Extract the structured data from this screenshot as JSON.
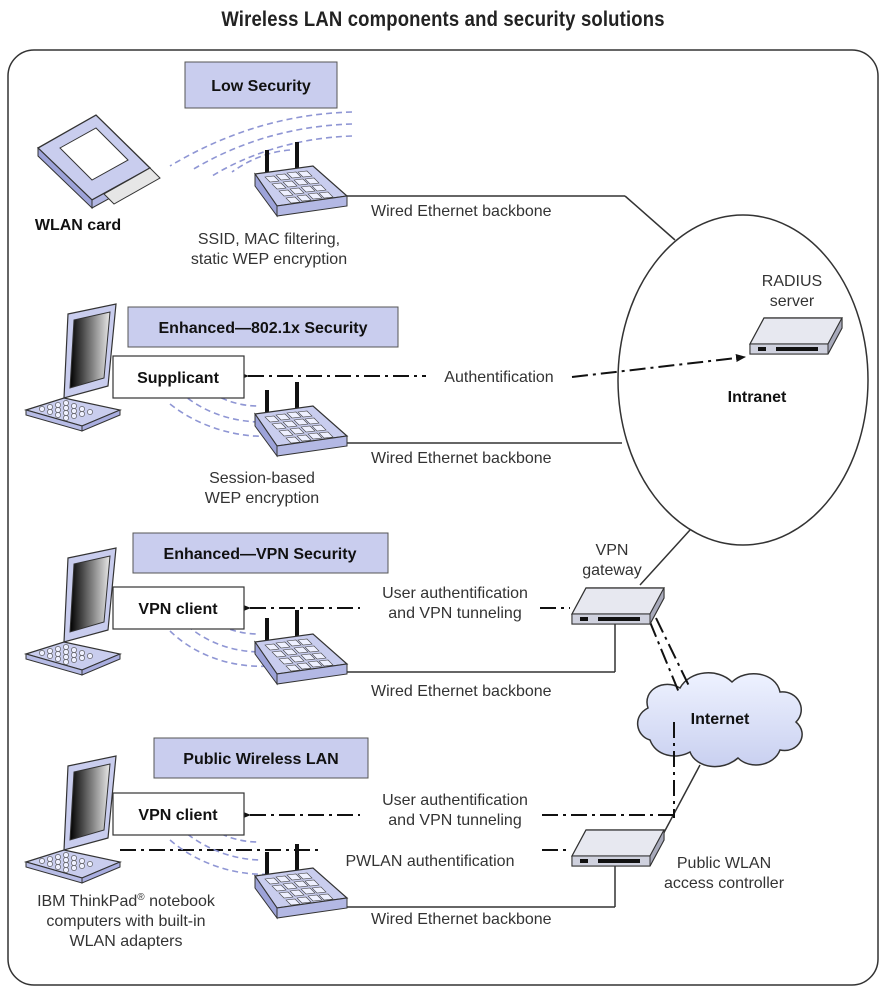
{
  "title": "Wireless LAN components and security solutions",
  "sections": {
    "low": "Low Security",
    "enhanced_8021x": "Enhanced—802.1x Security",
    "enhanced_vpn": "Enhanced—VPN Security",
    "public": "Public Wireless LAN"
  },
  "wlan_card": "WLAN card",
  "low_desc": [
    "SSID, MAC filtering,",
    "static WEP encryption"
  ],
  "backbone": "Wired Ethernet backbone",
  "radius": [
    "RADIUS",
    "server"
  ],
  "intranet": "Intranet",
  "supplicant": "Supplicant",
  "authentification": "Authentification",
  "session_desc": [
    "Session-based",
    "WEP encryption"
  ],
  "vpn_gateway": [
    "VPN",
    "gateway"
  ],
  "vpn_client": "VPN client",
  "user_auth": [
    "User authentification",
    "and VPN tunneling"
  ],
  "internet": "Internet",
  "pwlan_auth": "PWLAN authentification",
  "public_controller": [
    "Public WLAN",
    "access controller"
  ],
  "notebook_desc": [
    "IBM ThinkPad",
    "®",
    " notebook",
    "computers with built-in",
    "WLAN adapters"
  ]
}
